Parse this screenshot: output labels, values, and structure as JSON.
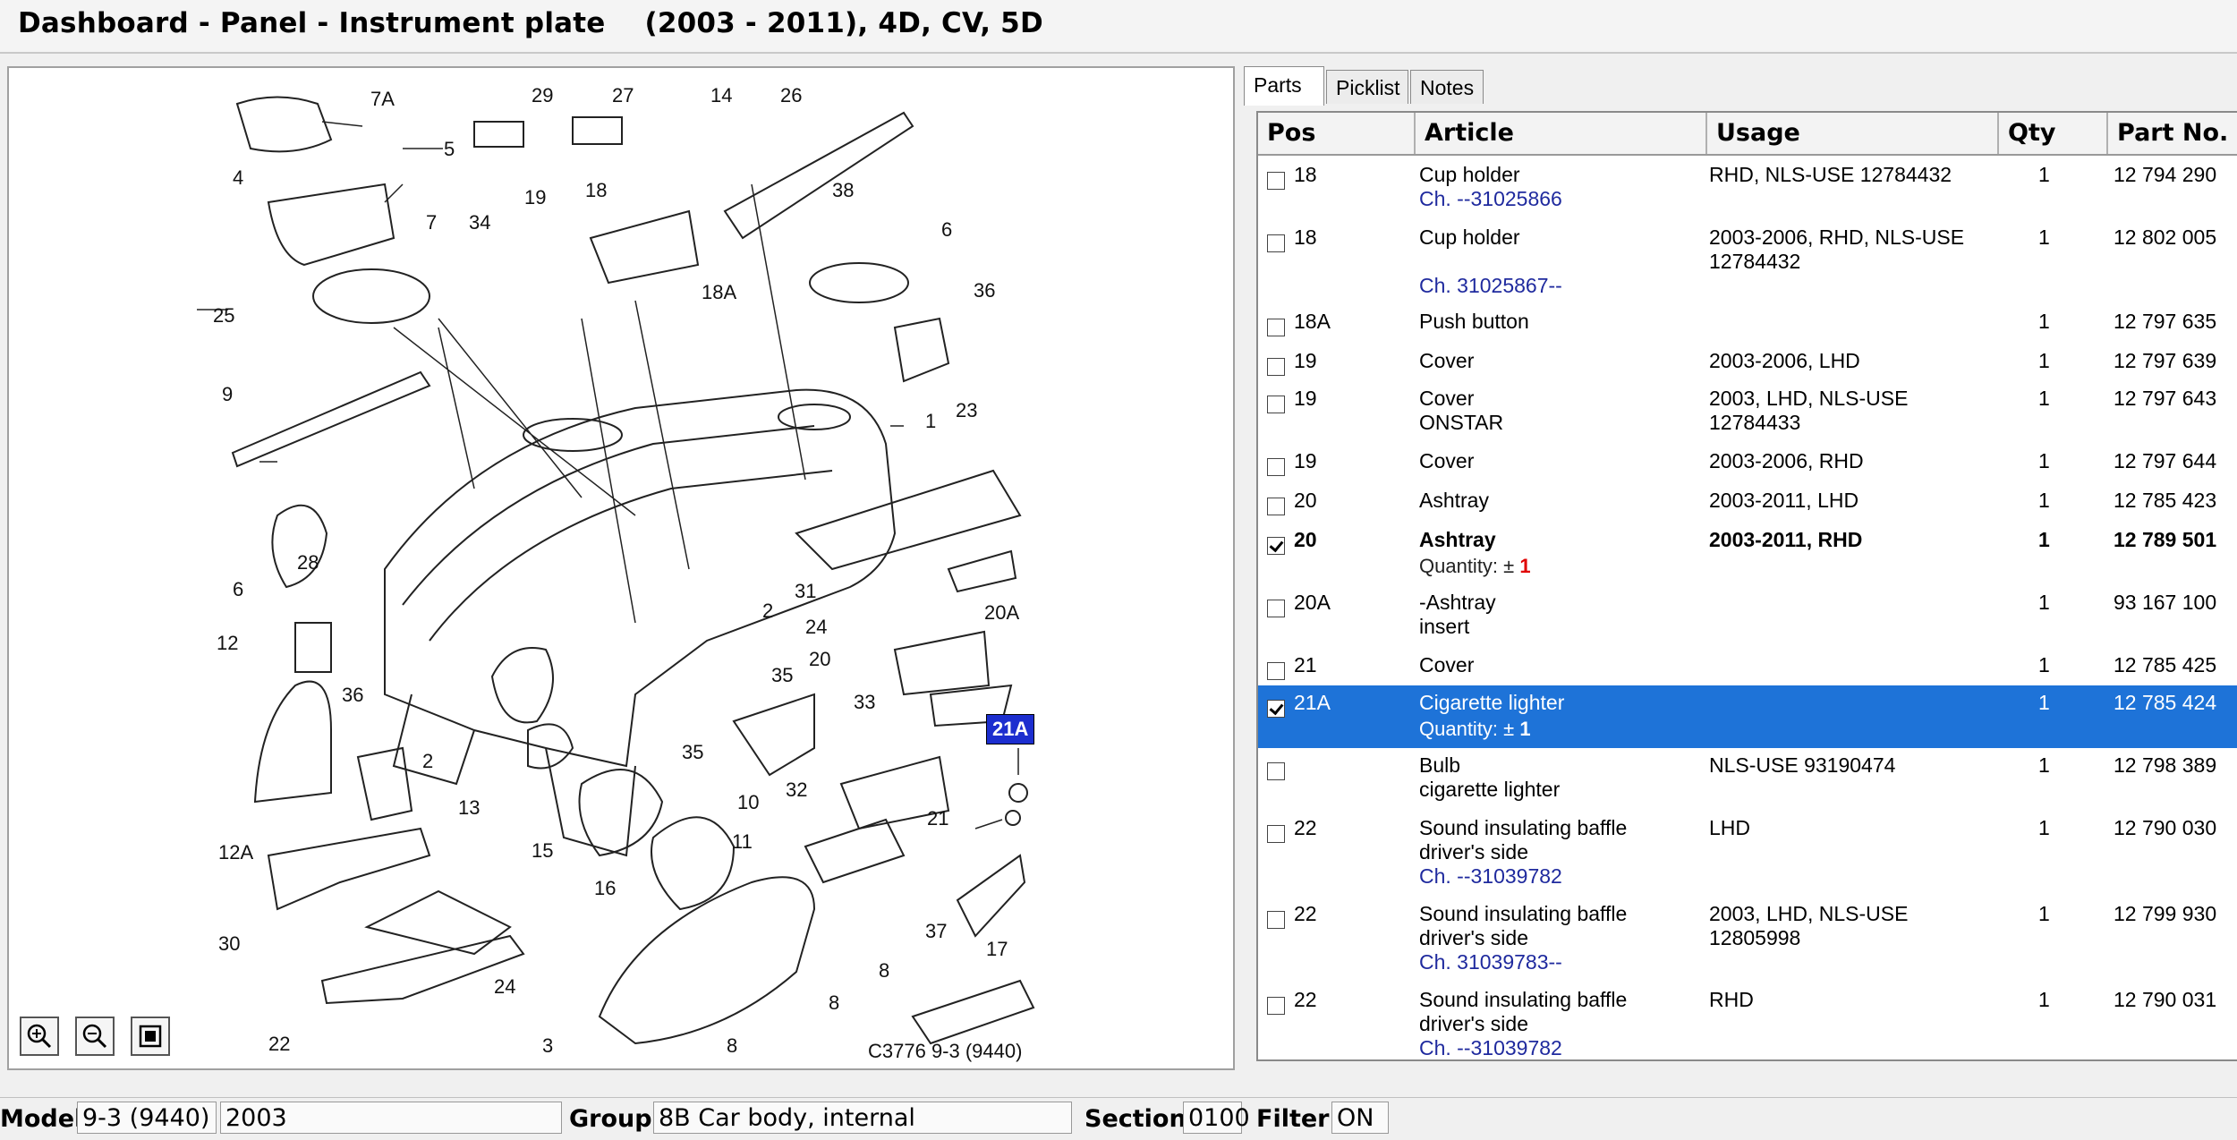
{
  "window": {
    "title": "Dashboard - Panel - Instrument plate    (2003 - 2011), 4D, CV, 5D"
  },
  "diagram": {
    "callouts": [
      "7A",
      "29",
      "27",
      "14",
      "26",
      "5",
      "4",
      "19",
      "18",
      "38",
      "7",
      "34",
      "6",
      "25",
      "18A",
      "36",
      "9",
      "1",
      "23",
      "6",
      "28",
      "31",
      "2",
      "20A",
      "24",
      "12",
      "20",
      "35",
      "21A",
      "36",
      "33",
      "2",
      "13",
      "35",
      "32",
      "15",
      "10",
      "11",
      "21",
      "12A",
      "16",
      "30",
      "37",
      "17",
      "24",
      "8",
      "22",
      "3",
      "8",
      "8"
    ],
    "highlight": "21A",
    "figure_code": "C3776 9-3 (9440)",
    "zoom_in_icon": "zoom-in-icon",
    "zoom_out_icon": "zoom-out-icon",
    "fit_icon": "fit-icon"
  },
  "tabs": [
    {
      "label": "Parts",
      "active": true
    },
    {
      "label": "Picklist",
      "active": false
    },
    {
      "label": "Notes",
      "active": false
    }
  ],
  "table": {
    "headers": [
      "Pos",
      "Article",
      "Usage",
      "Qty",
      "Part No."
    ],
    "rows": [
      {
        "checked": false,
        "pos": "18",
        "article": "Cup holder",
        "article2": "",
        "usage": "RHD, NLS-USE 12784432",
        "qty": "1",
        "part": "12 794 290",
        "ch": "Ch. --31025866",
        "qtyline": ""
      },
      {
        "checked": false,
        "pos": "18",
        "article": "Cup holder",
        "article2": "",
        "usage": "2003-2006, RHD, NLS-USE 12784432",
        "qty": "1",
        "part": "12 802 005",
        "ch": "Ch. 31025867--",
        "qtyline": ""
      },
      {
        "checked": false,
        "pos": "18A",
        "article": "Push button",
        "article2": "",
        "usage": "",
        "qty": "1",
        "part": "12 797 635",
        "ch": "",
        "qtyline": ""
      },
      {
        "checked": false,
        "pos": "19",
        "article": "Cover",
        "article2": "",
        "usage": "2003-2006, LHD",
        "qty": "1",
        "part": "12 797 639",
        "ch": "",
        "qtyline": ""
      },
      {
        "checked": false,
        "pos": "19",
        "article": "Cover",
        "article2": "ONSTAR",
        "usage": "2003, LHD, NLS-USE 12784433",
        "qty": "1",
        "part": "12 797 643",
        "ch": "",
        "qtyline": ""
      },
      {
        "checked": false,
        "pos": "19",
        "article": "Cover",
        "article2": "",
        "usage": "2003-2006, RHD",
        "qty": "1",
        "part": "12 797 644",
        "ch": "",
        "qtyline": ""
      },
      {
        "checked": false,
        "pos": "20",
        "article": "Ashtray",
        "article2": "",
        "usage": "2003-2011, LHD",
        "qty": "1",
        "part": "12 785 423",
        "ch": "",
        "qtyline": ""
      },
      {
        "checked": true,
        "pos": "20",
        "article": "Ashtray",
        "article2": "",
        "usage": "2003-2011, RHD",
        "qty": "1",
        "part": "12 789 501",
        "ch": "",
        "qtyline": "Quantity: ± ",
        "qtyred": "1"
      },
      {
        "checked": false,
        "pos": "20A",
        "article": "-Ashtray",
        "article2": "insert",
        "usage": "",
        "qty": "1",
        "part": "93 167 100",
        "ch": "",
        "qtyline": ""
      },
      {
        "checked": false,
        "pos": "21",
        "article": "Cover",
        "article2": "",
        "usage": "",
        "qty": "1",
        "part": "12 785 425",
        "ch": "",
        "qtyline": ""
      },
      {
        "checked": true,
        "pos": "21A",
        "article": "Cigarette lighter",
        "article2": "",
        "usage": "",
        "qty": "1",
        "part": "12 785 424",
        "ch": "",
        "qtyline": "Quantity: ± ",
        "qtyred": "1"
      },
      {
        "checked": false,
        "pos": "",
        "article": "Bulb",
        "article2": "cigarette lighter",
        "usage": "NLS-USE 93190474",
        "qty": "1",
        "part": "12 798 389",
        "ch": "",
        "qtyline": ""
      },
      {
        "checked": false,
        "pos": "22",
        "article": "Sound insulating baffle",
        "article2": "driver's side",
        "usage": "LHD",
        "qty": "1",
        "part": "12 790 030",
        "ch": "Ch. --31039782",
        "qtyline": ""
      },
      {
        "checked": false,
        "pos": "22",
        "article": "Sound insulating baffle",
        "article2": "driver's side",
        "usage": "2003, LHD, NLS-USE 12805998",
        "qty": "1",
        "part": "12 799 930",
        "ch": "Ch. 31039783--",
        "qtyline": ""
      },
      {
        "checked": false,
        "pos": "22",
        "article": "Sound insulating baffle",
        "article2": "driver's side",
        "usage": "RHD",
        "qty": "1",
        "part": "12 790 031",
        "ch": "Ch. --31039782",
        "qtyline": ""
      }
    ]
  },
  "status": {
    "model_label": "Model",
    "model_value": "9-3 (9440)",
    "year_value": "2003",
    "group_label": "Group",
    "group_value": "8B Car body, internal",
    "section_label": "Section",
    "section_value": "0100",
    "filter_label": "Filter",
    "filter_value": "ON"
  }
}
